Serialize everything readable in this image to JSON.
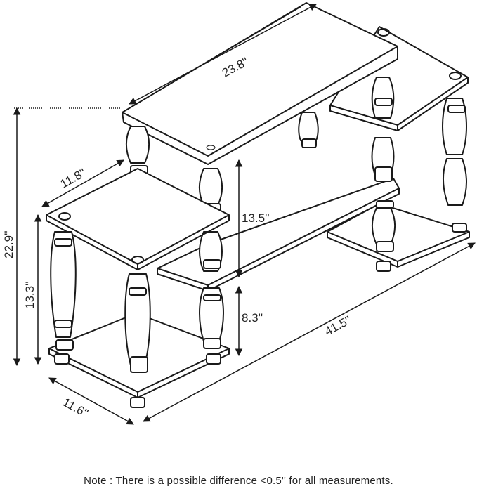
{
  "diagram": {
    "dimensions": {
      "top_width": "23.8''",
      "shelf_depth": "11.8''",
      "overall_height": "22.9''",
      "left_height": "13.3''",
      "mid_height": "13.5''",
      "lower_height": "8.3''",
      "overall_width": "41.5''",
      "base_depth": "11.6''"
    },
    "colors": {
      "line": "#1a1a1a",
      "accent": "#c8c8c8",
      "leg": "#ffffff"
    }
  },
  "note": "Note : There is a possible difference <0.5'' for all measurements."
}
